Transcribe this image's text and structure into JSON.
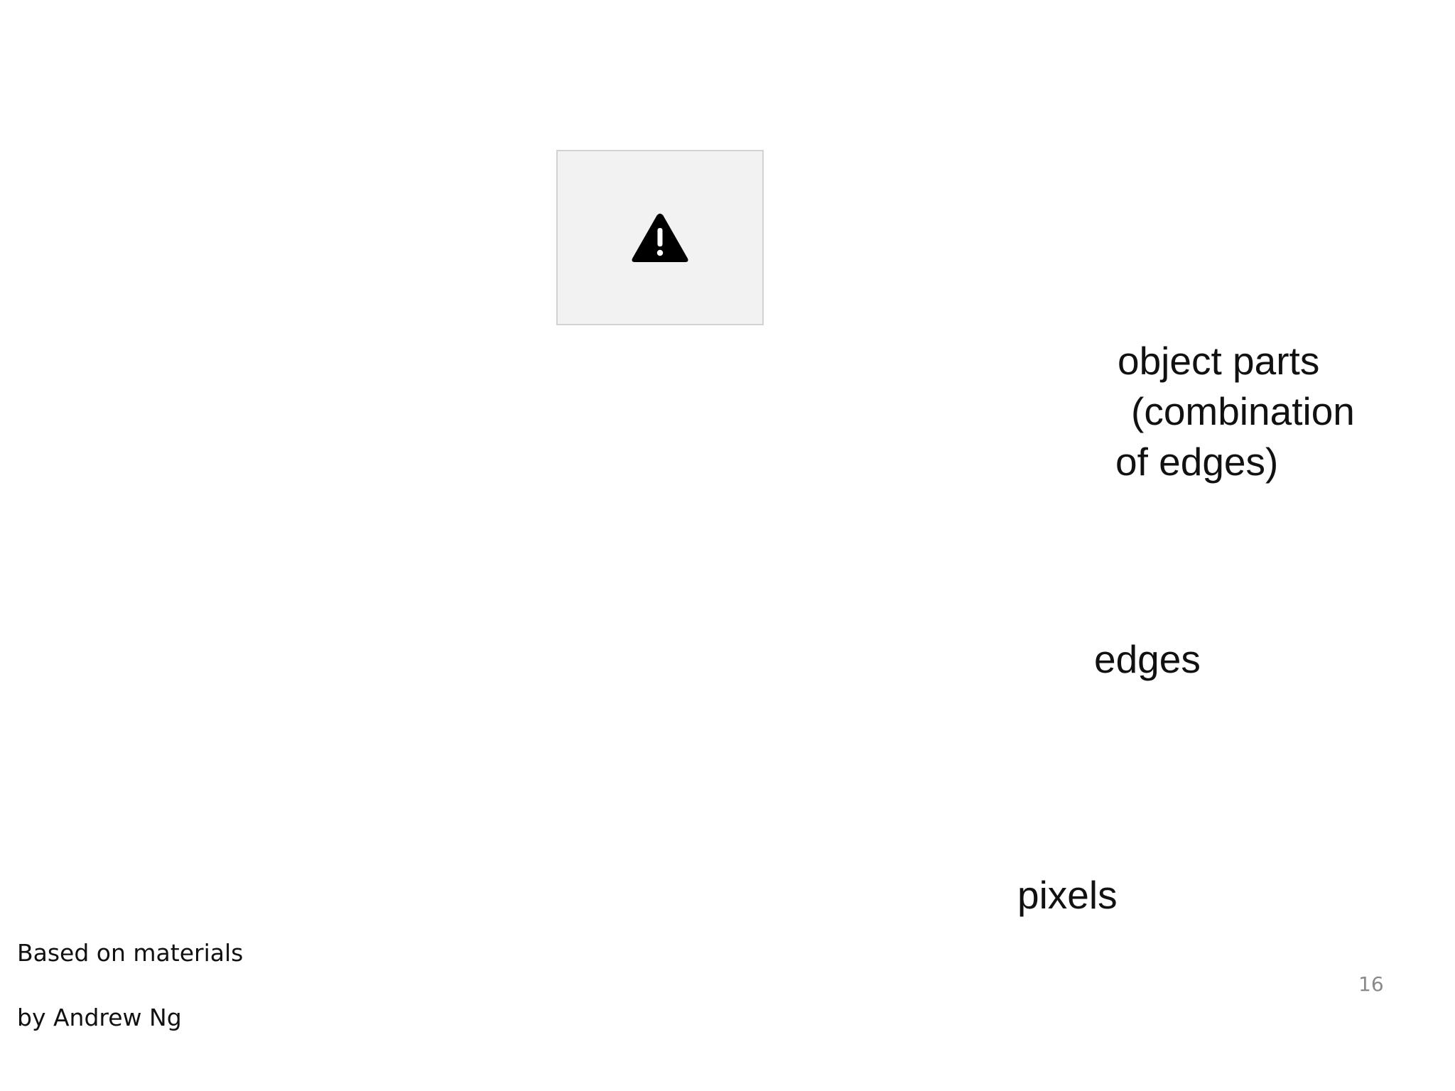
{
  "image_placeholder": {
    "icon": "warning-icon",
    "background": "#f2f2f2",
    "border": "#d2d2d2"
  },
  "labels": {
    "object_parts_line1": "object parts",
    "object_parts_line2": "(combination",
    "object_parts_line3": "of edges)",
    "edges": "edges",
    "pixels": "pixels"
  },
  "credit": {
    "line1": "Based on materials",
    "line2": "by Andrew Ng"
  },
  "page_number": "16"
}
